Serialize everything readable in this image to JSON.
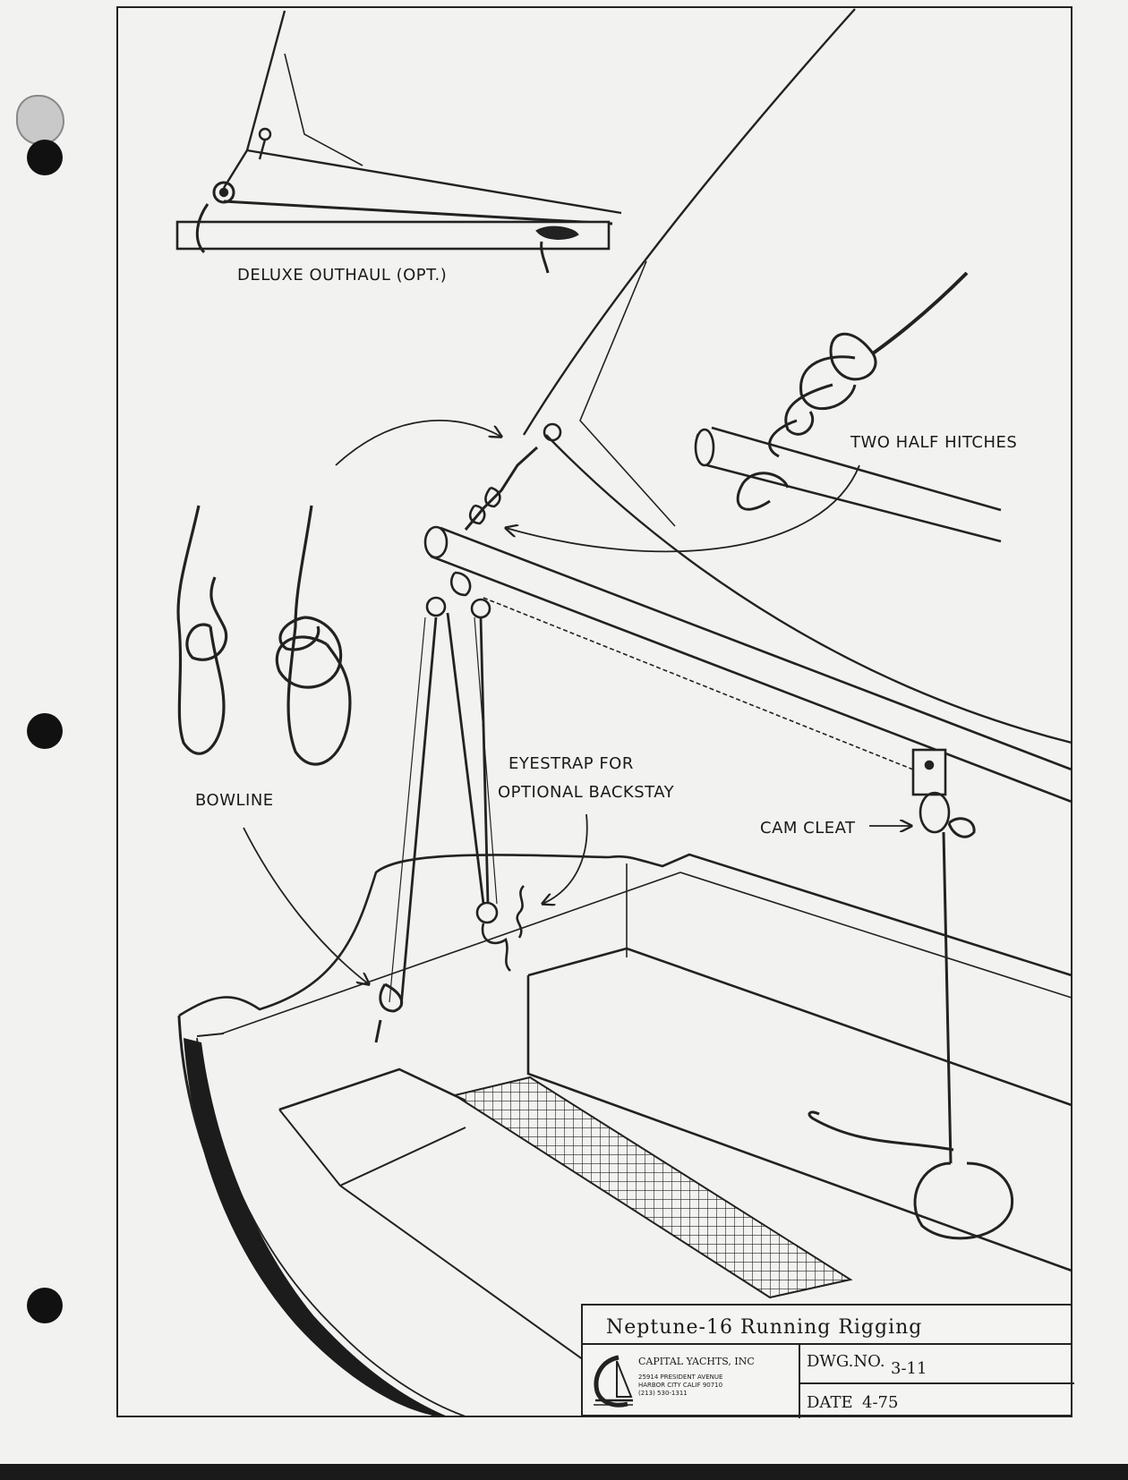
{
  "labels": {
    "outhaul": "DELUXE OUTHAUL (OPT.)",
    "two_half_hitches": "TWO HALF HITCHES",
    "bowline": "BOWLINE",
    "eyestrap": "EYESTRAP FOR",
    "eyestrap_line2": "OPTIONAL BACKSTAY",
    "cam_cleat": "CAM CLEAT"
  },
  "title_block": {
    "title": "Neptune-16 Running Rigging",
    "company": "CAPITAL YACHTS, INC",
    "address_line1": "25914 PRESIDENT AVENUE",
    "address_line2": "HARBOR CITY CALIF 90710",
    "address_line3": "(213) 530-1311",
    "dwg_no_label": "DWG.NO.",
    "dwg_no_value": "3-11",
    "date_label": "DATE",
    "date_value": "4-75"
  },
  "colors": {
    "ink": "#1a1a1a",
    "paper": "#f2f2f0"
  }
}
